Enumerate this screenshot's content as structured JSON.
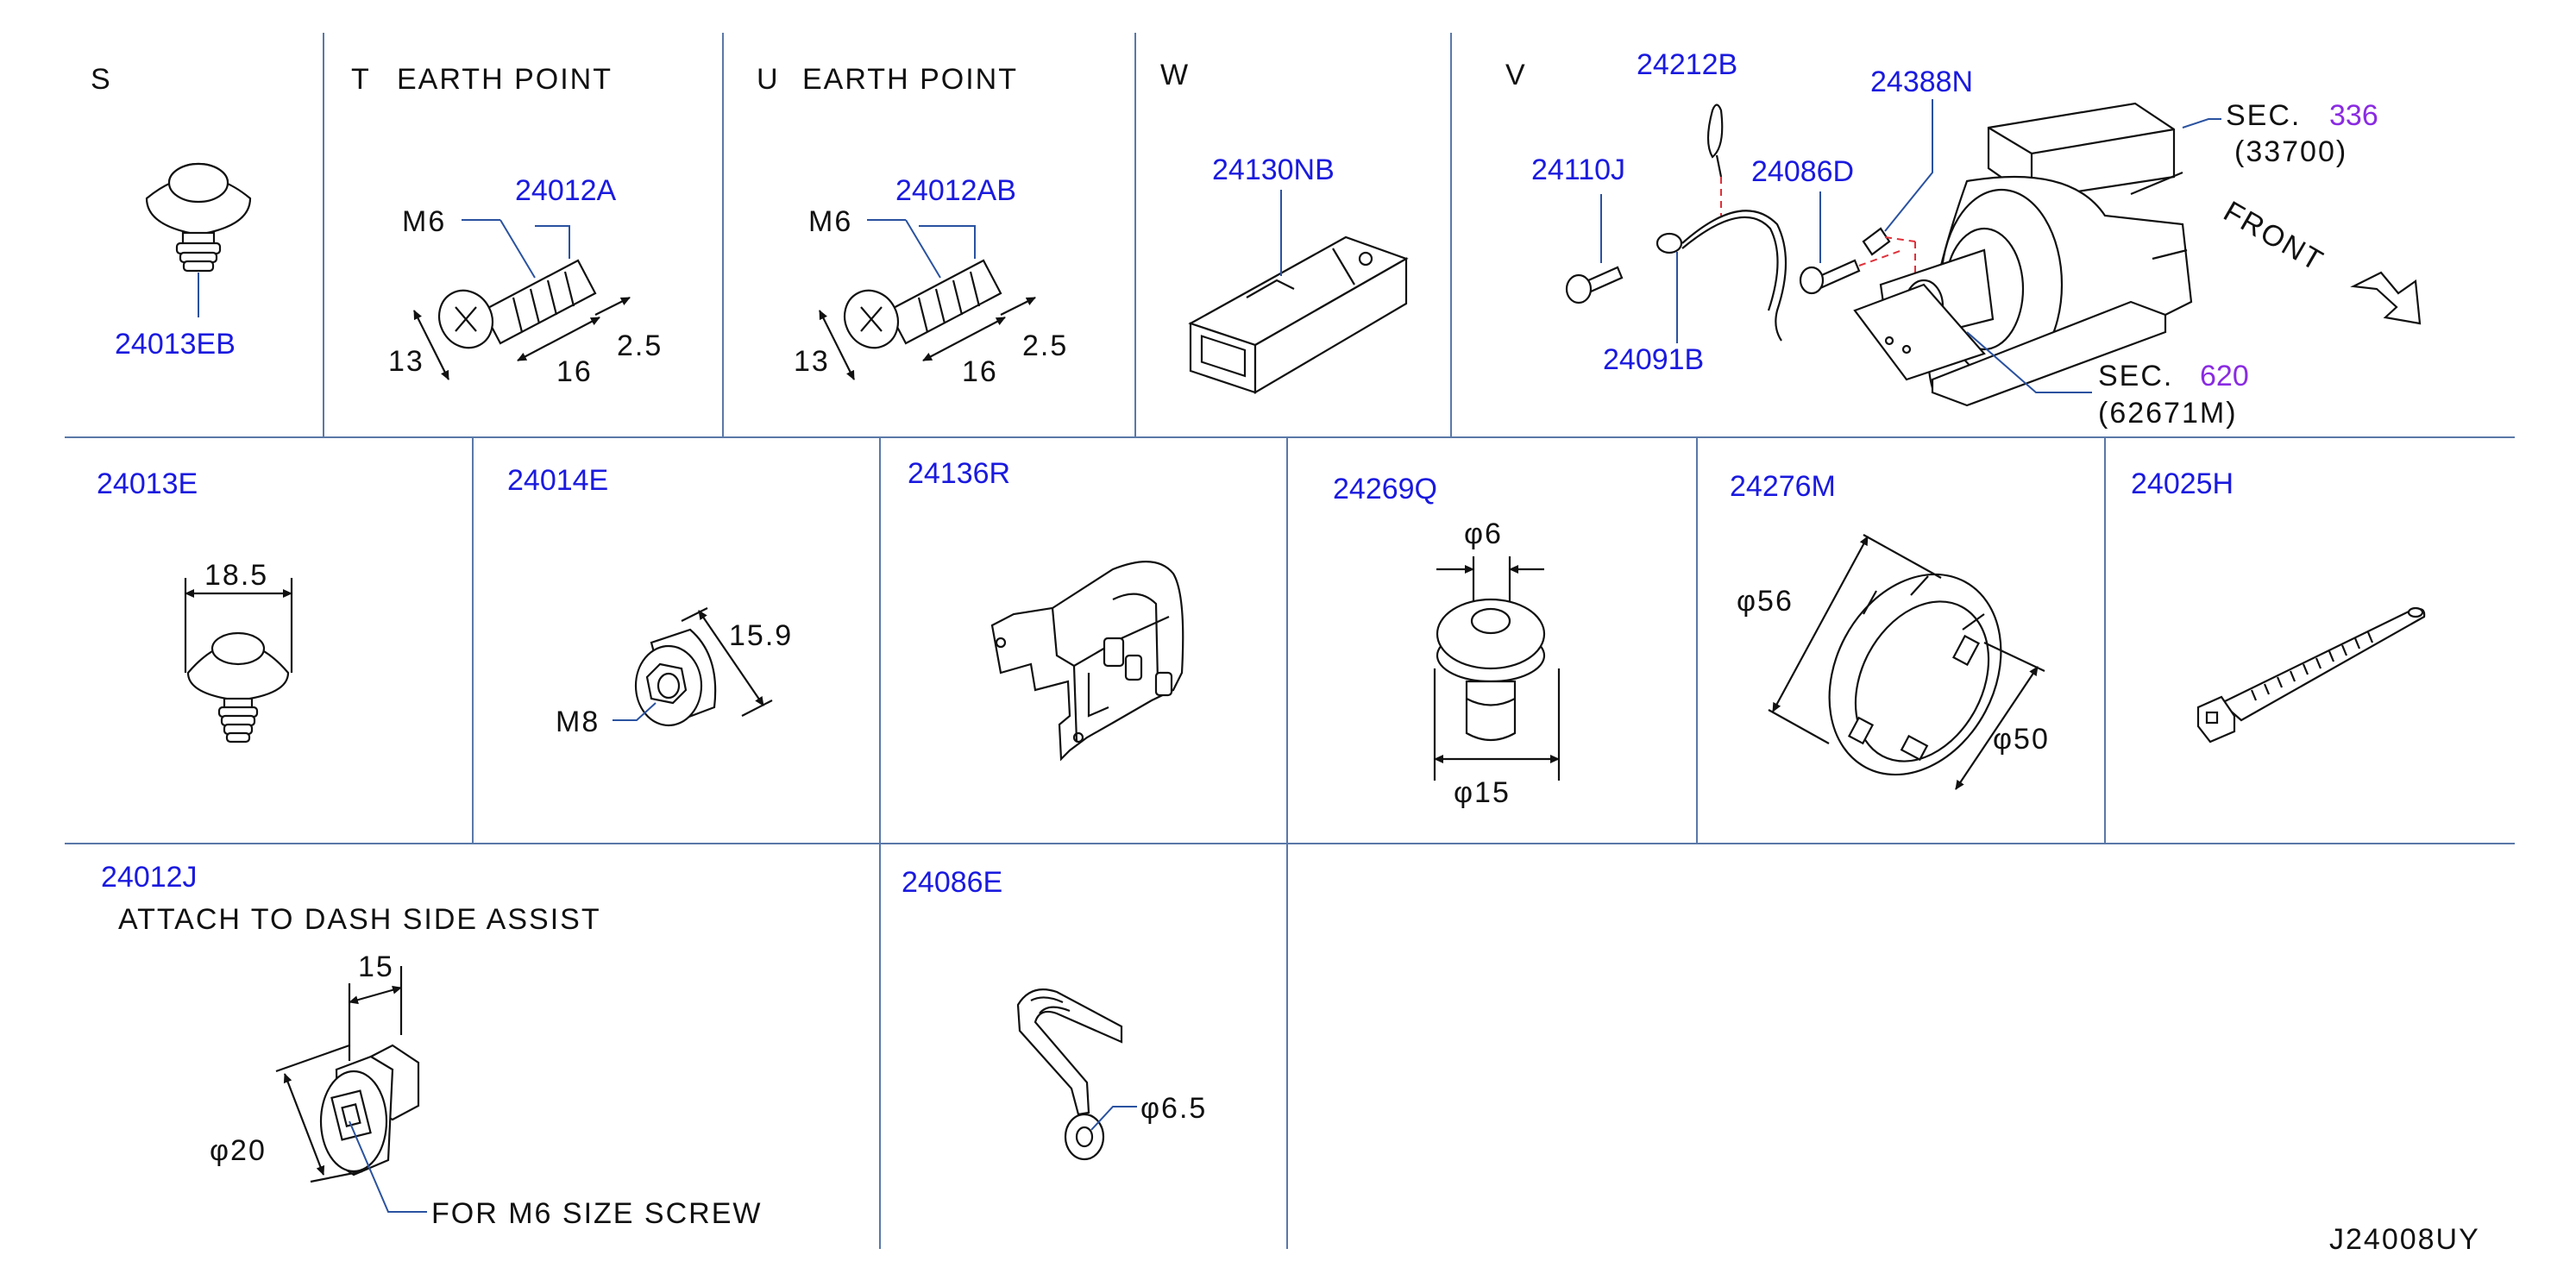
{
  "cells": {
    "S": {
      "letter": "S",
      "part": "24013EB"
    },
    "T": {
      "letter": "T",
      "title": "EARTH   POINT",
      "part": "24012A",
      "thread": "M6",
      "dims": [
        "13",
        "16",
        "2.5"
      ]
    },
    "U": {
      "letter": "U",
      "title": "EARTH   POINT",
      "part": "24012AB",
      "thread": "M6",
      "dims": [
        "13",
        "16",
        "2.5"
      ]
    },
    "W": {
      "letter": "W",
      "part": "24130NB"
    },
    "V": {
      "letter": "V",
      "parts": [
        "24212B",
        "24388N",
        "24110J",
        "24086D",
        "24091B"
      ],
      "sec1": {
        "label": "SEC.",
        "num": "336",
        "sub": "(33700)"
      },
      "sec2": {
        "label": "SEC.",
        "num": "620",
        "sub": "(62671M)"
      },
      "front": "FRONT"
    },
    "c24013E": {
      "part": "24013E",
      "dim": "18.5"
    },
    "c24014E": {
      "part": "24014E",
      "dim": "15.9",
      "thread": "M8"
    },
    "c24136R": {
      "part": "24136R"
    },
    "c24269Q": {
      "part": "24269Q",
      "dims": [
        "φ6",
        "φ15"
      ]
    },
    "c24276M": {
      "part": "24276M",
      "dims": [
        "φ56",
        "φ50"
      ]
    },
    "c24025H": {
      "part": "24025H"
    },
    "c24012J": {
      "part": "24012J",
      "note": "ATTACH   TO   DASH   SIDE   ASSIST",
      "dims": [
        "15",
        "φ20"
      ],
      "callout": "FOR   M6   SIZE   SCREW"
    },
    "c24086E": {
      "part": "24086E",
      "dim": "φ6.5"
    }
  },
  "diagram_code": "J24008UY"
}
